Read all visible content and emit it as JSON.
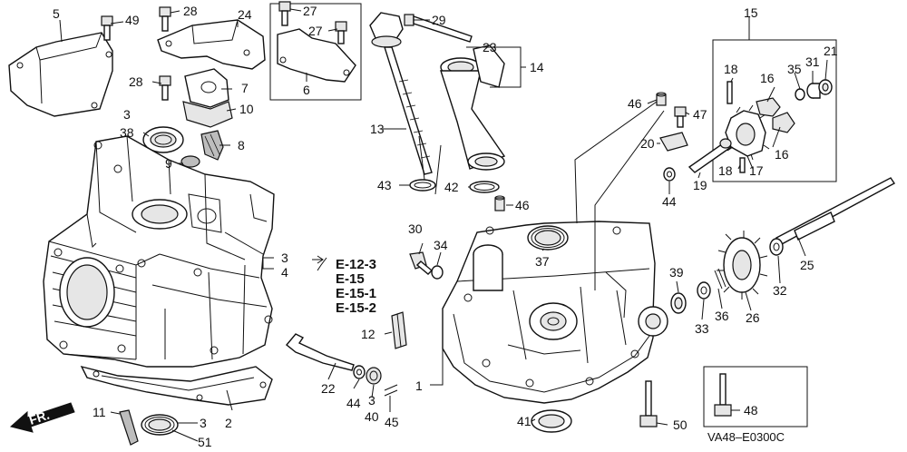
{
  "part_labels": {
    "p1": "1",
    "p2": "2",
    "p3": "3",
    "p4": "4",
    "p5": "5",
    "p6": "6",
    "p7": "7",
    "p8": "8",
    "p9": "9",
    "p10": "10",
    "p11": "11",
    "p12": "12",
    "p13": "13",
    "p14": "14",
    "p15": "15",
    "p16": "16",
    "p17": "17",
    "p18": "18",
    "p19": "19",
    "p20": "20",
    "p21": "21",
    "p22": "22",
    "p23": "23",
    "p24": "24",
    "p25": "25",
    "p26": "26",
    "p27": "27",
    "p28": "28",
    "p29": "29",
    "p30": "30",
    "p31": "31",
    "p32": "32",
    "p33": "33",
    "p34": "34",
    "p35": "35",
    "p36": "36",
    "p37": "37",
    "p38": "38",
    "p39": "39",
    "p40": "40",
    "p41": "41",
    "p42": "42",
    "p43": "43",
    "p44": "44",
    "p45": "45",
    "p46": "46",
    "p47": "47",
    "p48": "48",
    "p49": "49",
    "p50": "50",
    "p51": "51"
  },
  "references": [
    "E-12-3",
    "E-15",
    "E-15-1",
    "E-15-2"
  ],
  "front_label": "FR.",
  "diagram_code": "VA48–E0300C"
}
